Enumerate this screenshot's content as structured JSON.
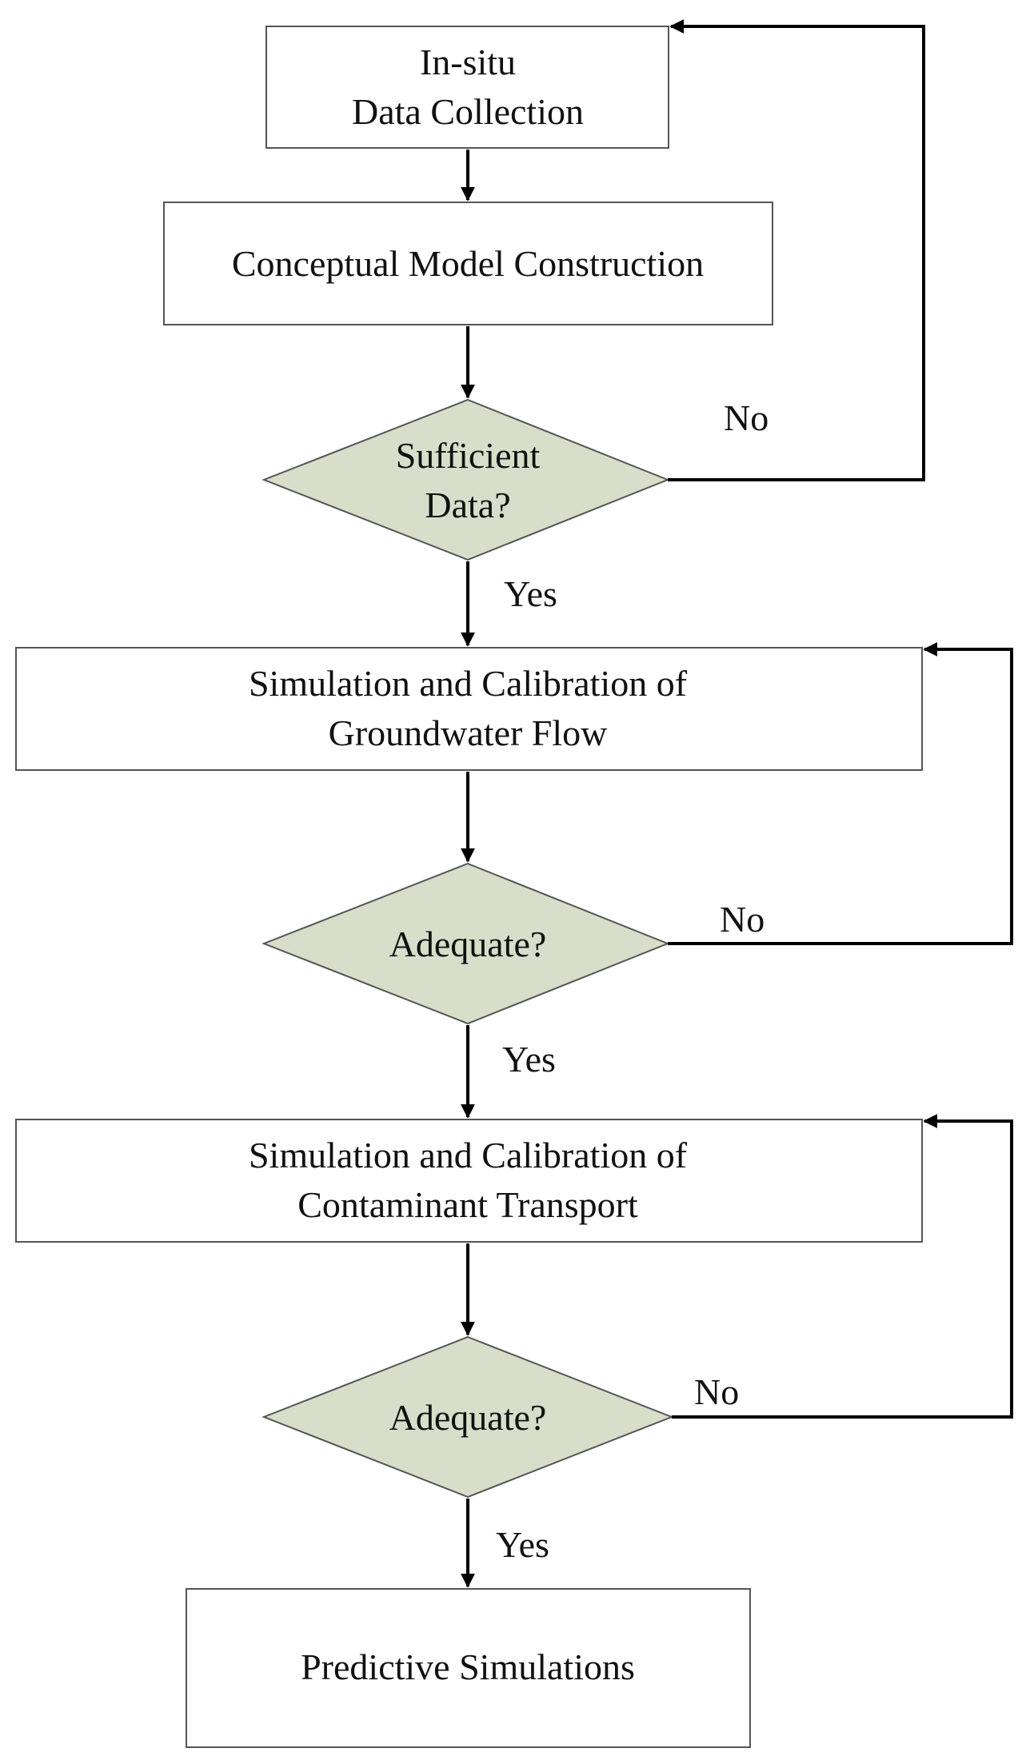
{
  "nodes": {
    "data_collection": {
      "line1": "In-situ",
      "line2": "Data Collection"
    },
    "conceptual_model": {
      "line1": "Conceptual Model Construction"
    },
    "sufficient_data": {
      "line1": "Sufficient",
      "line2": "Data?"
    },
    "groundwater_flow": {
      "line1": "Simulation and Calibration of",
      "line2": "Groundwater Flow"
    },
    "adequate_1": {
      "line1": "Adequate?"
    },
    "contaminant_transport": {
      "line1": "Simulation and Calibration of",
      "line2": "Contaminant Transport"
    },
    "adequate_2": {
      "line1": "Adequate?"
    },
    "predictive_simulations": {
      "line1": "Predictive Simulations"
    }
  },
  "edges": {
    "sufficient_no": "No",
    "sufficient_yes": "Yes",
    "adequate1_no": "No",
    "adequate1_yes": "Yes",
    "adequate2_no": "No",
    "adequate2_yes": "Yes"
  },
  "colors": {
    "decision_fill": "#d8dec9",
    "box_fill": "#ffffff",
    "stroke": "#555555",
    "arrow": "#000000"
  }
}
